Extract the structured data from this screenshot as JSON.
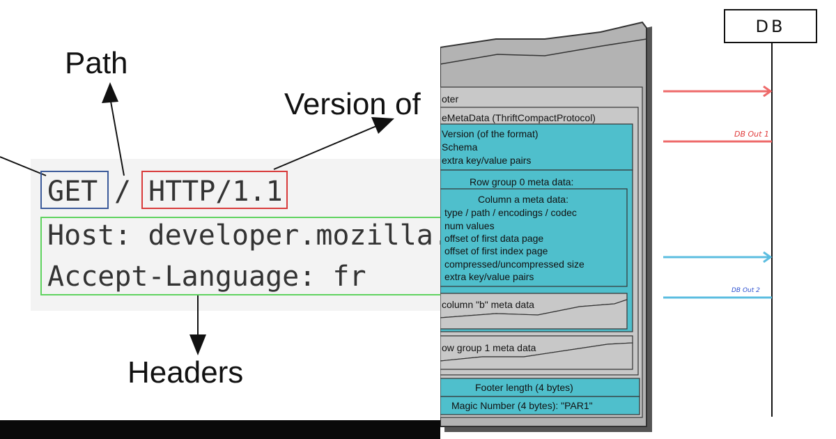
{
  "http": {
    "path_label": "Path",
    "version_label": "Version of",
    "headers_label": "Headers",
    "method": "GET",
    "slash": "/",
    "version": "HTTP/1.1",
    "host_line": "Host: developer.mozilla.",
    "lang_line": "Accept-Language: fr"
  },
  "parquet": {
    "footer_label": "oter",
    "file_metadata": "eMetaData (ThriftCompactProtocol)",
    "file_items": [
      "Version (of the format)",
      "Schema",
      "extra key/value pairs"
    ],
    "row_group_0": "Row group 0 meta data:",
    "column_a": "Column a meta data:",
    "column_a_items": [
      "type / path / encodings / codec",
      "num values",
      "offset of first data page",
      "offset of first index page",
      "compressed/uncompressed size",
      "extra key/value pairs"
    ],
    "column_b": "column \"b\" meta data",
    "row_group_1": "ow group 1 meta data",
    "footer_length": "Footer length (4 bytes)",
    "magic_number": "Magic Number (4 bytes): \"PAR1\""
  },
  "sequence": {
    "participant": "DB",
    "msg1": "DB Out 1",
    "msg2": "DB Out 2",
    "colors": {
      "red": "#ee6a6a",
      "blue": "#5bbde0",
      "red_text": "#e03a3a",
      "blue_text": "#2a4fd0"
    }
  }
}
